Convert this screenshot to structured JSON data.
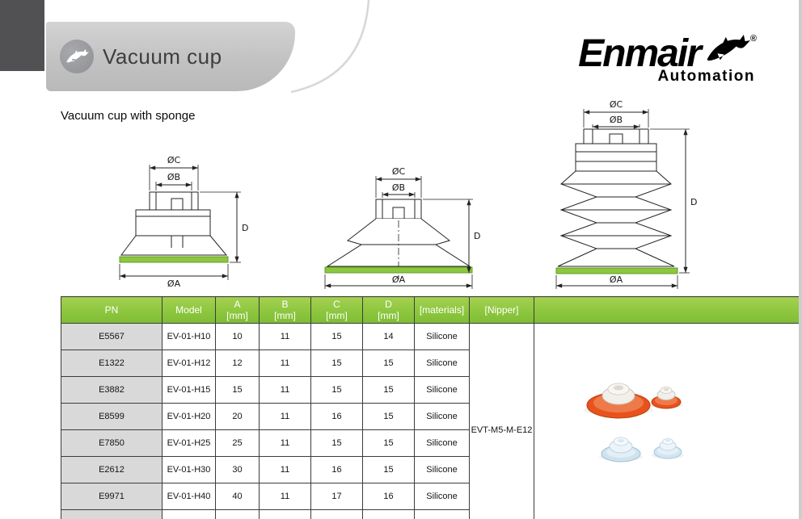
{
  "header": {
    "title": "Vacuum cup",
    "subtitle": "Vacuum cup with sponge"
  },
  "brand": {
    "name": "Enmair",
    "registered": "®",
    "tagline": "Automation"
  },
  "diagram_labels": {
    "dia_c": "ØC",
    "dia_b": "ØB",
    "dia_a": "ØA",
    "d": "D"
  },
  "table": {
    "headers": [
      {
        "line1": "PN",
        "line2": ""
      },
      {
        "line1": "Model",
        "line2": ""
      },
      {
        "line1": "A",
        "line2": "[mm]"
      },
      {
        "line1": "B",
        "line2": "[mm]"
      },
      {
        "line1": "C",
        "line2": "[mm]"
      },
      {
        "line1": "D",
        "line2": "[mm]"
      },
      {
        "line1": "[materials]",
        "line2": ""
      },
      {
        "line1": "[Nipper]",
        "line2": ""
      }
    ],
    "nipper_value": "EVT-M5-M-E12",
    "rows": [
      {
        "pn": "E5567",
        "model": "EV-01-H10",
        "a": "10",
        "b": "11",
        "c": "15",
        "d": "14",
        "material": "Silicone"
      },
      {
        "pn": "E1322",
        "model": "EV-01-H12",
        "a": "12",
        "b": "11",
        "c": "15",
        "d": "15",
        "material": "Silicone"
      },
      {
        "pn": "E3882",
        "model": "EV-01-H15",
        "a": "15",
        "b": "11",
        "c": "15",
        "d": "15",
        "material": "Silicone"
      },
      {
        "pn": "E8599",
        "model": "EV-01-H20",
        "a": "20",
        "b": "11",
        "c": "16",
        "d": "15",
        "material": "Silicone"
      },
      {
        "pn": "E7850",
        "model": "EV-01-H25",
        "a": "25",
        "b": "11",
        "c": "15",
        "d": "15",
        "material": "Silicone"
      },
      {
        "pn": "E2612",
        "model": "EV-01-H30",
        "a": "30",
        "b": "11",
        "c": "16",
        "d": "15",
        "material": "Silicone"
      },
      {
        "pn": "E9971",
        "model": "EV-01-H40",
        "a": "40",
        "b": "11",
        "c": "17",
        "d": "16",
        "material": "Silicone"
      }
    ]
  },
  "colors": {
    "table_header_green": "#8cc63e",
    "diagram_base_green": "#8dc63f",
    "pn_cell_gray": "#d9d9d9",
    "banner_gray": "#c6c6c6",
    "photo_orange": "#e8521d",
    "photo_blue": "#cfe2ee"
  }
}
